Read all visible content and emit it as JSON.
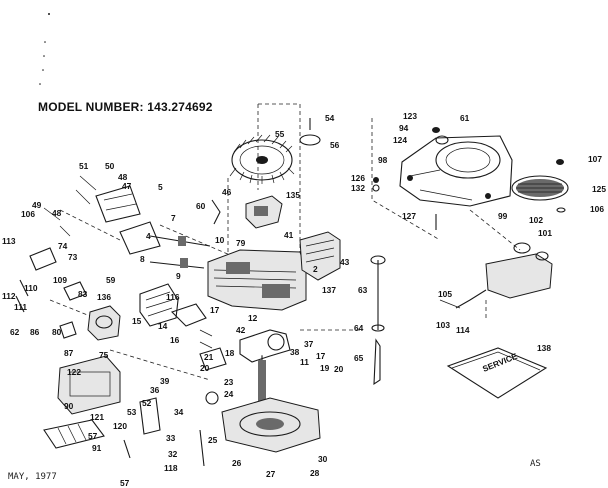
{
  "header": {
    "model_label": "MODEL NUMBER:",
    "model_number": "143.274692"
  },
  "footer": {
    "date": "MAY, 1977",
    "code": "AS"
  },
  "manual_label": "SERVICE",
  "callouts": [
    "123",
    "94",
    "61",
    "124",
    "98",
    "107",
    "126",
    "125",
    "132",
    "127",
    "99",
    "106",
    "102",
    "101",
    "54",
    "55",
    "56",
    "46",
    "135",
    "60",
    "79",
    "41",
    "43",
    "137",
    "63",
    "2",
    "51",
    "50",
    "48",
    "47",
    "49",
    "48",
    "106",
    "5",
    "7",
    "10",
    "8",
    "9",
    "4",
    "113",
    "74",
    "73",
    "109",
    "59",
    "112",
    "110",
    "111",
    "62",
    "86",
    "80",
    "83",
    "136",
    "15",
    "116",
    "14",
    "17",
    "87",
    "75",
    "16",
    "18",
    "21",
    "20",
    "122",
    "39",
    "36",
    "23",
    "24",
    "12",
    "42",
    "37",
    "38",
    "11",
    "17",
    "19",
    "20",
    "64",
    "65",
    "105",
    "103",
    "114",
    "138",
    "90",
    "121",
    "120",
    "53",
    "52",
    "57",
    "91",
    "33",
    "34",
    "32",
    "118",
    "57",
    "25",
    "26",
    "27",
    "28",
    "30"
  ]
}
